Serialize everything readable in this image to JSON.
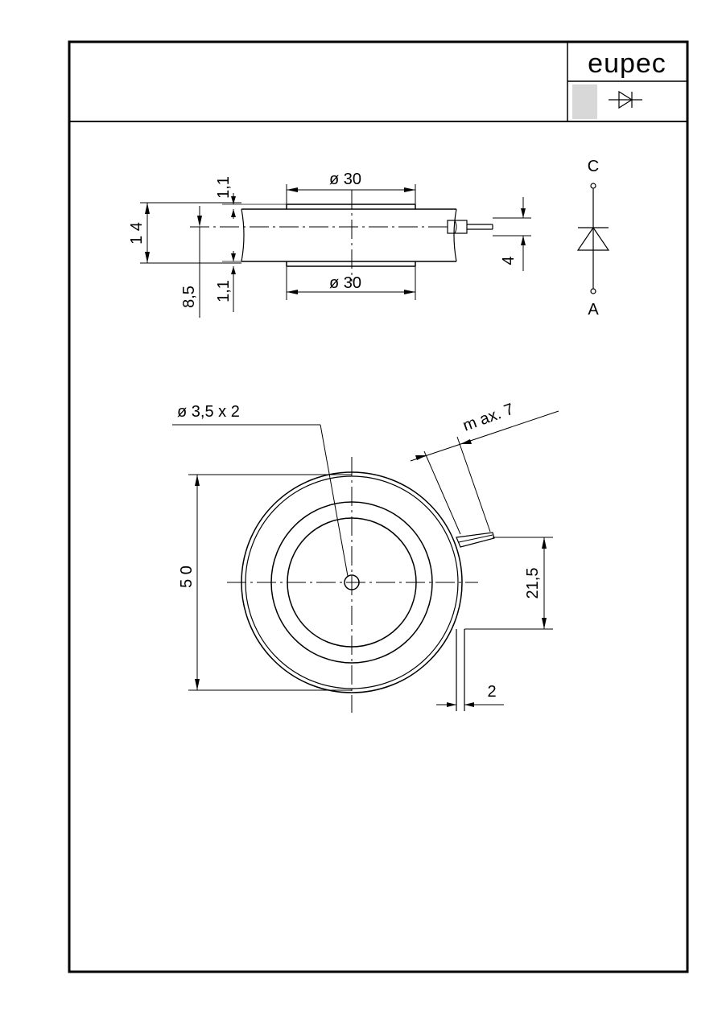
{
  "brand": {
    "logo_text": "eupec"
  },
  "symbol": {
    "cathode_label": "C",
    "anode_label": "A"
  },
  "side_view": {
    "dim_top_diameter": "ø 30",
    "dim_bottom_diameter": "ø 30",
    "dim_height": "1 4",
    "dim_top_contact": "1,1",
    "dim_bottom_contact": "1,1",
    "dim_offset": "8,5",
    "dim_lead": "4"
  },
  "top_view": {
    "dim_hole": "ø 3,5  x  2",
    "dim_lead_max": "m ax. 7",
    "dim_outer_diameter": "5 0",
    "dim_lead_position": "21,5",
    "dim_lead_width": "2"
  }
}
